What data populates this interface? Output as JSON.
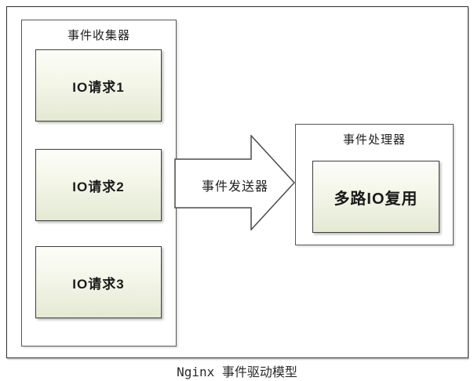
{
  "diagram": {
    "caption": "Nginx 事件驱动模型",
    "collector": {
      "title": "事件收集器",
      "items": [
        {
          "label": "IO请求1"
        },
        {
          "label": "IO请求2"
        },
        {
          "label": "IO请求3"
        }
      ]
    },
    "sender": {
      "label": "事件发送器"
    },
    "processor": {
      "title": "事件处理器",
      "item": {
        "label": "多路IO复用"
      }
    },
    "colors": {
      "box_gradient_top": "#fdfdf8",
      "box_gradient_bottom": "#e4e9d3",
      "box_border": "#3f3f3f",
      "container_border": "#565656",
      "frame_border": "#2f2f2f",
      "arrow_fill": "#ffffff",
      "arrow_stroke": "#4a4a4a",
      "text": "#1f1f1f"
    }
  }
}
